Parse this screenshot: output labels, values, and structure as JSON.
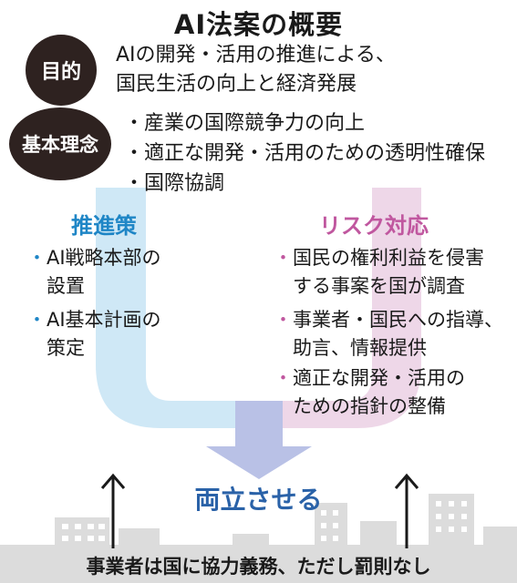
{
  "title": "AI法案の概要",
  "purpose": {
    "badge": "目的",
    "lines": [
      "AIの開発・活用の推進による、",
      "国民生活の向上と経済発展"
    ]
  },
  "principles": {
    "badge": "基本理念",
    "bullet_mark": "・",
    "items": [
      "産業の国際競争力の向上",
      "適正な開発・活用のための透明性確保",
      "国際協調"
    ]
  },
  "promotion": {
    "heading": "推進策",
    "bullet_mark": "・",
    "items": [
      [
        "AI戦略本部の",
        "設置"
      ],
      [
        "AI基本計画の",
        "策定"
      ]
    ]
  },
  "risk": {
    "heading": "リスク対応",
    "bullet_mark": "・",
    "items": [
      [
        "国民の権利利益を侵害",
        "する事案を国が調査"
      ],
      [
        "事業者・国民への指導、",
        "助言、情報提供"
      ],
      [
        "適正な開発・活用の",
        "ための指針の整備"
      ]
    ]
  },
  "balance": "両立させる",
  "bottom_note": "事業者は国に協力義務、ただし罰則なし",
  "colors": {
    "promotion_accent": "#1f86c6",
    "risk_accent": "#c0579f",
    "balance_text": "#2a62a8",
    "badge_bg": "#2e2220",
    "promotion_flow": "#cfe8f6",
    "risk_flow": "#ecd3e6",
    "merge_arrow": "#b9c1e6",
    "buildings": "#dcdcdc"
  }
}
